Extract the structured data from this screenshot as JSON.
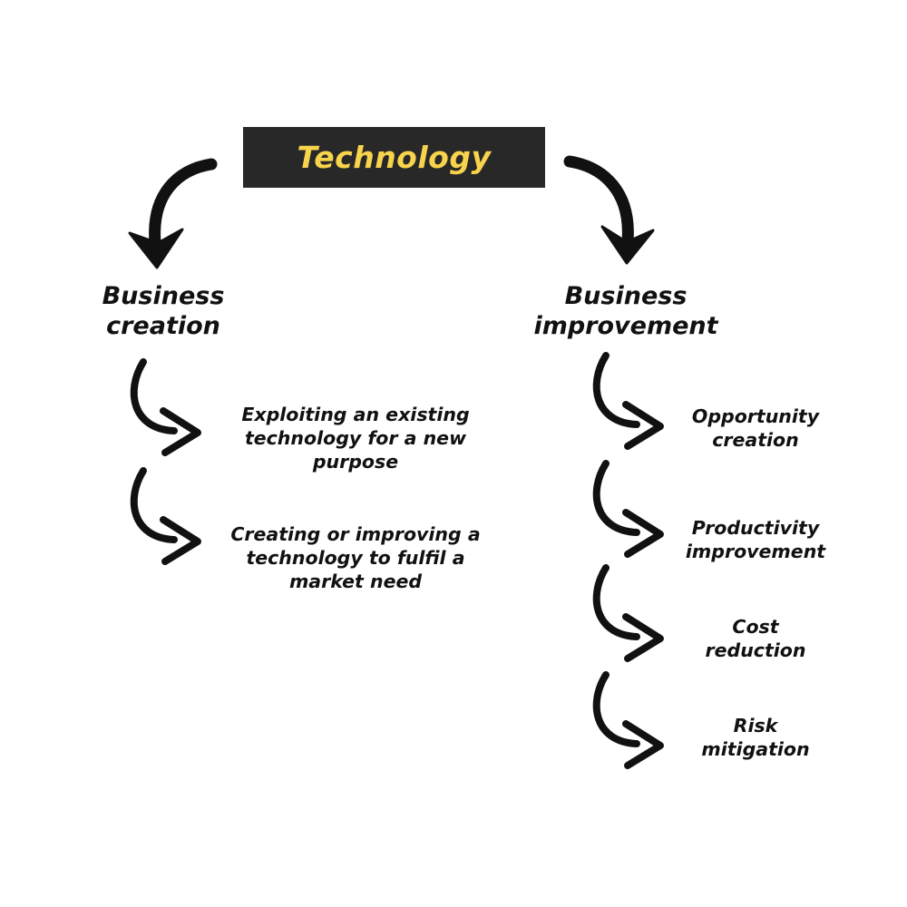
{
  "diagram": {
    "title": "Technology",
    "branches": [
      {
        "heading": "Business\ncreation",
        "items": [
          "Exploiting an existing\ntechnology for a new\npurpose",
          "Creating or improving a\ntechnology to fulfil a\nmarket need"
        ]
      },
      {
        "heading": "Business\nimprovement",
        "items": [
          "Opportunity\ncreation",
          "Productivity\nimprovement",
          "Cost\nreduction",
          "Risk\nmitigation"
        ]
      }
    ]
  },
  "colors": {
    "background": "#ffffff",
    "title_box": "#282828",
    "title_text": "#f8d44c",
    "text": "#111111",
    "arrow": "#111111"
  },
  "icons": {
    "big_arrow": "curved-down-arrow-icon",
    "small_arrow": "curved-right-arrow-icon"
  }
}
